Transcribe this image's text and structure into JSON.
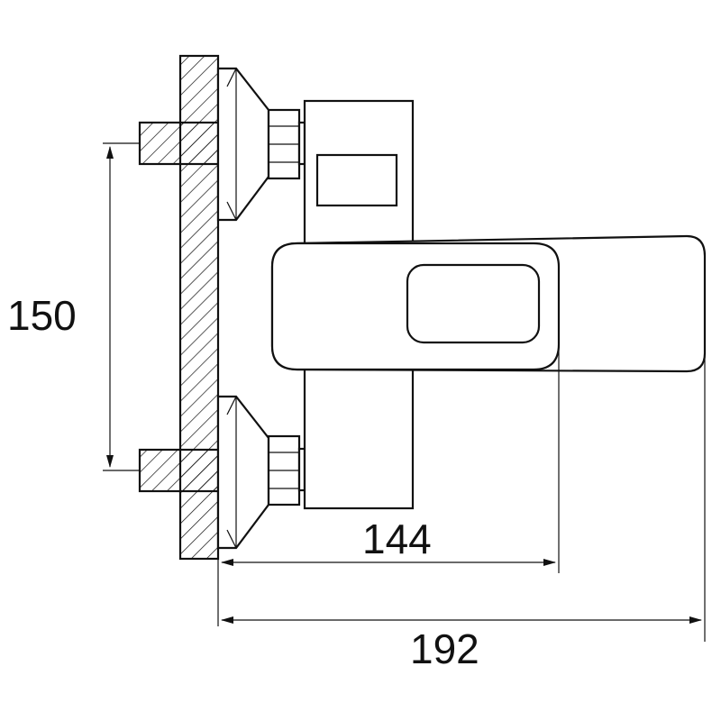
{
  "drawing": {
    "dimensions": {
      "vertical_spacing": "150",
      "projection_short": "144",
      "projection_total": "192"
    }
  }
}
